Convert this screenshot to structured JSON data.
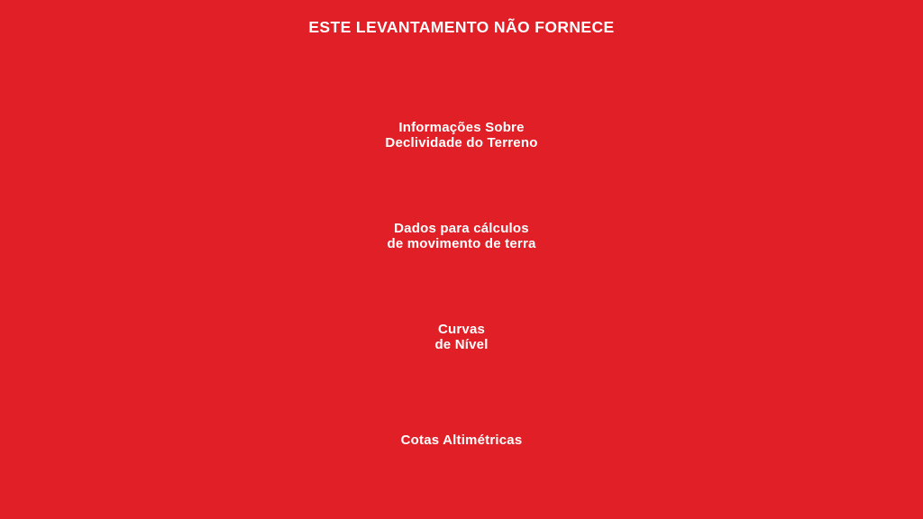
{
  "slide": {
    "colors": {
      "background": "#E01F26",
      "text": "#FFFFFF"
    },
    "title": "ESTE LEVANTAMENTO NÃO FORNECE",
    "items": [
      {
        "text": "Informações Sobre\nDeclividade do Terreno"
      },
      {
        "text": "Dados para cálculos\nde movimento de terra"
      },
      {
        "text": "Curvas\nde Nível"
      },
      {
        "text": "Cotas Altimétricas"
      }
    ]
  }
}
